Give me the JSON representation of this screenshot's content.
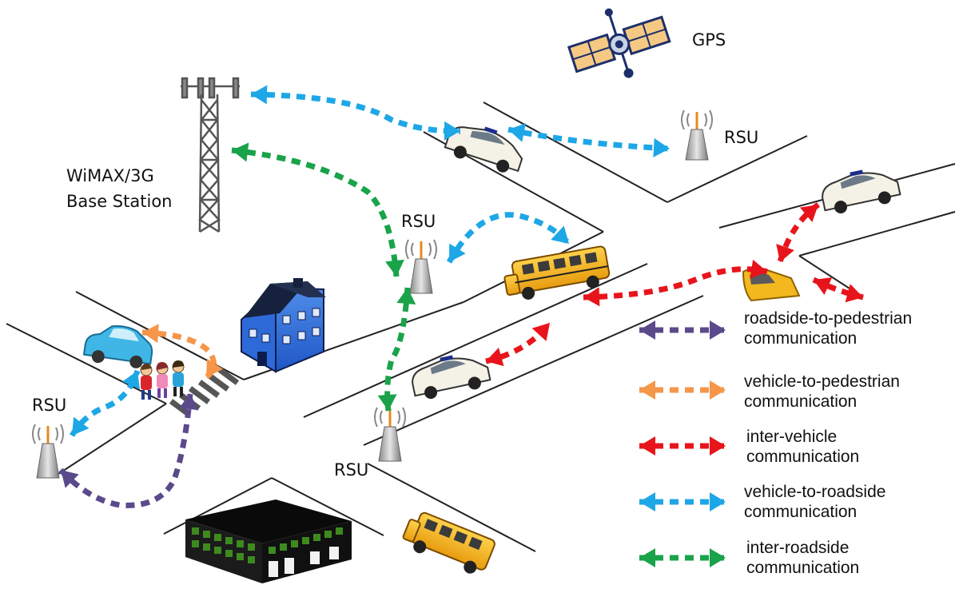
{
  "labels": {
    "gps": "GPS",
    "base_station_line1": "WiMAX/3G",
    "base_station_line2": "Base Station",
    "rsu": "RSU"
  },
  "legend": [
    {
      "line1": "roadside-to-pedestrian",
      "line2": "communication",
      "color": "#5b4a8b"
    },
    {
      "line1": "vehicle-to-pedestrian",
      "line2": "communication",
      "color": "#f5964a"
    },
    {
      "line1": "inter-vehicle",
      "line2": "communication",
      "color": "#e8141b"
    },
    {
      "line1": "vehicle-to-roadside",
      "line2": "communication",
      "color": "#1ea7e6"
    },
    {
      "line1": "inter-roadside",
      "line2": "communication",
      "color": "#1aa34a"
    }
  ]
}
